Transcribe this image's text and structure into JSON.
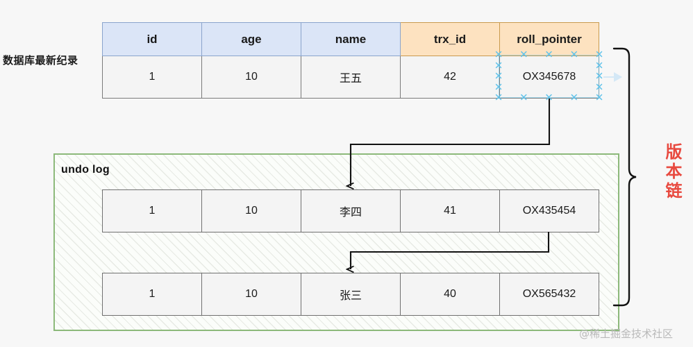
{
  "caption": {
    "left_label": "数据库最新纪录"
  },
  "top_table": {
    "headers": [
      {
        "text": "id",
        "tone": "blue"
      },
      {
        "text": "age",
        "tone": "blue"
      },
      {
        "text": "name",
        "tone": "blue"
      },
      {
        "text": "trx_id",
        "tone": "orange"
      },
      {
        "text": "roll_pointer",
        "tone": "orange"
      }
    ],
    "row": [
      "1",
      "10",
      "王五",
      "42",
      "OX345678"
    ],
    "selected_cell": "roll_pointer"
  },
  "undo_log": {
    "title": "undo log",
    "rows": [
      [
        "1",
        "10",
        "李四",
        "41",
        "OX435454"
      ],
      [
        "1",
        "10",
        "张三",
        "40",
        "OX565432"
      ]
    ]
  },
  "version_chain": {
    "label": "版本链",
    "color": "#e8493f"
  },
  "watermark": {
    "text": "@稀土掘金技术社区"
  },
  "icons": {
    "selection_handle": "✕",
    "blue_arrow": "right-arrow",
    "brace": "curly-brace-right"
  },
  "colors": {
    "header_blue": "#dbe5f7",
    "header_orange": "#fde2c0",
    "undo_border_green": "#8cb97a",
    "selection_blue": "#62c3ea",
    "accent_red": "#e8493f",
    "page_bg": "#f7f7f7"
  }
}
